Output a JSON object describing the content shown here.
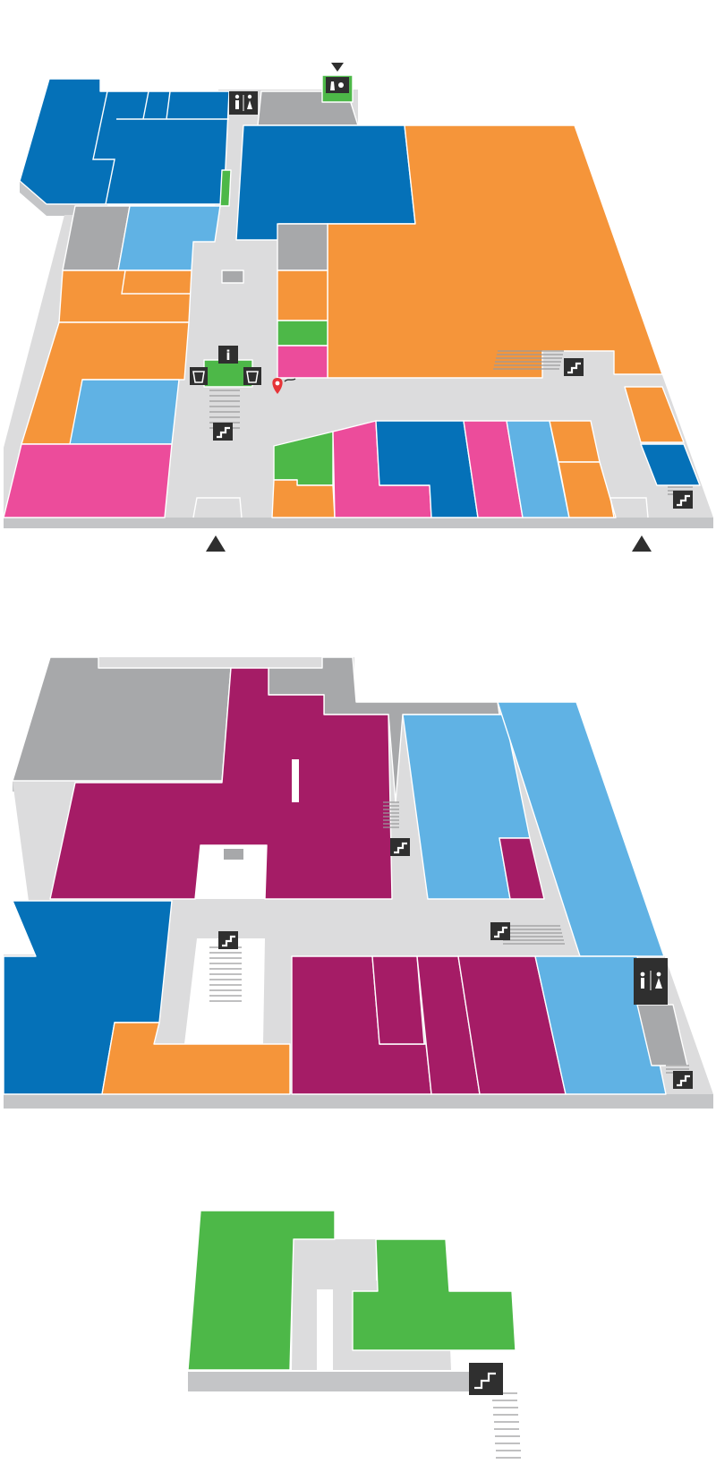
{
  "colors": {
    "orange": "#f5953a",
    "dark_blue": "#0571b8",
    "light_blue": "#60b2e4",
    "pink": "#ec4c9b",
    "green": "#4db848",
    "magenta": "#a51c66",
    "grey": "#a7a8aa",
    "corridor": "#dcdcdd",
    "slab_edge": "#c4c5c7",
    "icon": "#2f2f2f",
    "marker": "#e63337"
  },
  "levels": [
    {
      "id": "ground",
      "icons": [
        "restroom-icon",
        "parent-room-icon",
        "info-icon",
        "lift-icon",
        "stairs-icon",
        "entrance-arrow-icon",
        "location-pin-icon"
      ]
    },
    {
      "id": "upper",
      "icons": [
        "stairs-icon",
        "restroom-icon"
      ]
    },
    {
      "id": "top",
      "icons": [
        "stairs-icon"
      ]
    }
  ],
  "info_icon": {
    "glyph": "i"
  }
}
